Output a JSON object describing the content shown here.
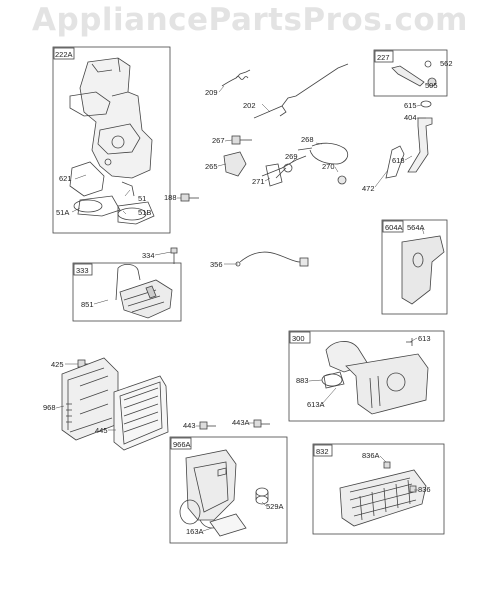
{
  "watermark": "AppliancePartsPros.com",
  "boxes": [
    {
      "id": "222A"
    },
    {
      "id": "227"
    },
    {
      "id": "604A"
    },
    {
      "id": "333"
    },
    {
      "id": "300"
    },
    {
      "id": "966A"
    },
    {
      "id": "832"
    }
  ],
  "part_labels": [
    "621",
    "51A",
    "51",
    "51B",
    "209",
    "202",
    "562",
    "505",
    "615",
    "404",
    "267",
    "265",
    "268",
    "269",
    "271",
    "270",
    "618",
    "472",
    "188",
    "564A",
    "334",
    "356",
    "851",
    "613",
    "883",
    "613A",
    "425",
    "968",
    "445",
    "443",
    "443A",
    "529A",
    "163A",
    "836A",
    "836"
  ]
}
